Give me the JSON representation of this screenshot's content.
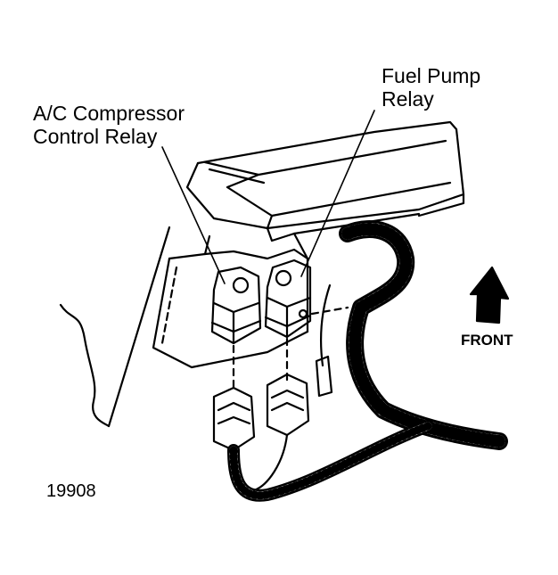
{
  "labels": {
    "ac_relay_line1": "A/C Compressor",
    "ac_relay_line2": "Control Relay",
    "fuel_relay_line1": "Fuel Pump",
    "fuel_relay_line2": "Relay",
    "front": "FRONT",
    "figure_number": "19908"
  },
  "icons": {
    "front_arrow": "arrow-icon",
    "ac_relay": "relay-icon",
    "fuel_relay": "relay-icon",
    "harness": "wiring-harness-icon"
  },
  "colors": {
    "ink": "#000000",
    "paper": "#ffffff"
  }
}
